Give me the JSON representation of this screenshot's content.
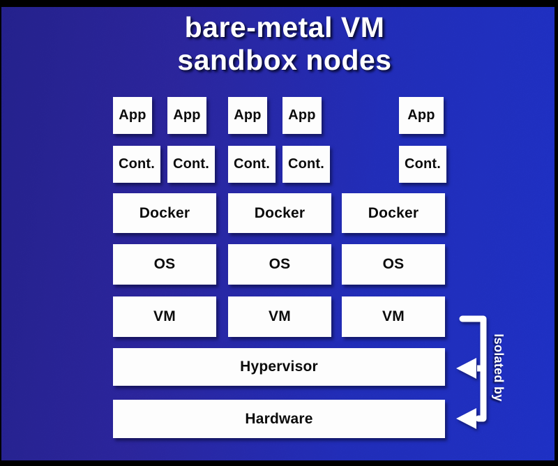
{
  "title": {
    "line1": "bare-metal VM",
    "line2": "sandbox nodes"
  },
  "diagram": {
    "app_boxes": [
      "App",
      "App",
      "App",
      "App",
      "App"
    ],
    "container_boxes": [
      "Cont.",
      "Cont.",
      "Cont.",
      "Cont.",
      "Cont."
    ],
    "docker_boxes": [
      "Docker",
      "Docker",
      "Docker"
    ],
    "os_boxes": [
      "OS",
      "OS",
      "OS"
    ],
    "vm_boxes": [
      "VM",
      "VM",
      "VM"
    ],
    "hypervisor_label": "Hypervisor",
    "hardware_label": "Hardware"
  },
  "annotation": {
    "label": "Isolated by",
    "arrow_targets": [
      "Hypervisor",
      "Hardware"
    ]
  },
  "colors": {
    "background_left": "#2b2792",
    "background_right": "#2439d3",
    "frame_border": "#000000",
    "box_background": "#fdfdfd",
    "box_text": "#0b0b0b",
    "title_text": "#ffffff",
    "annotation_text": "#ffffff",
    "bracket": "#ffffff"
  }
}
